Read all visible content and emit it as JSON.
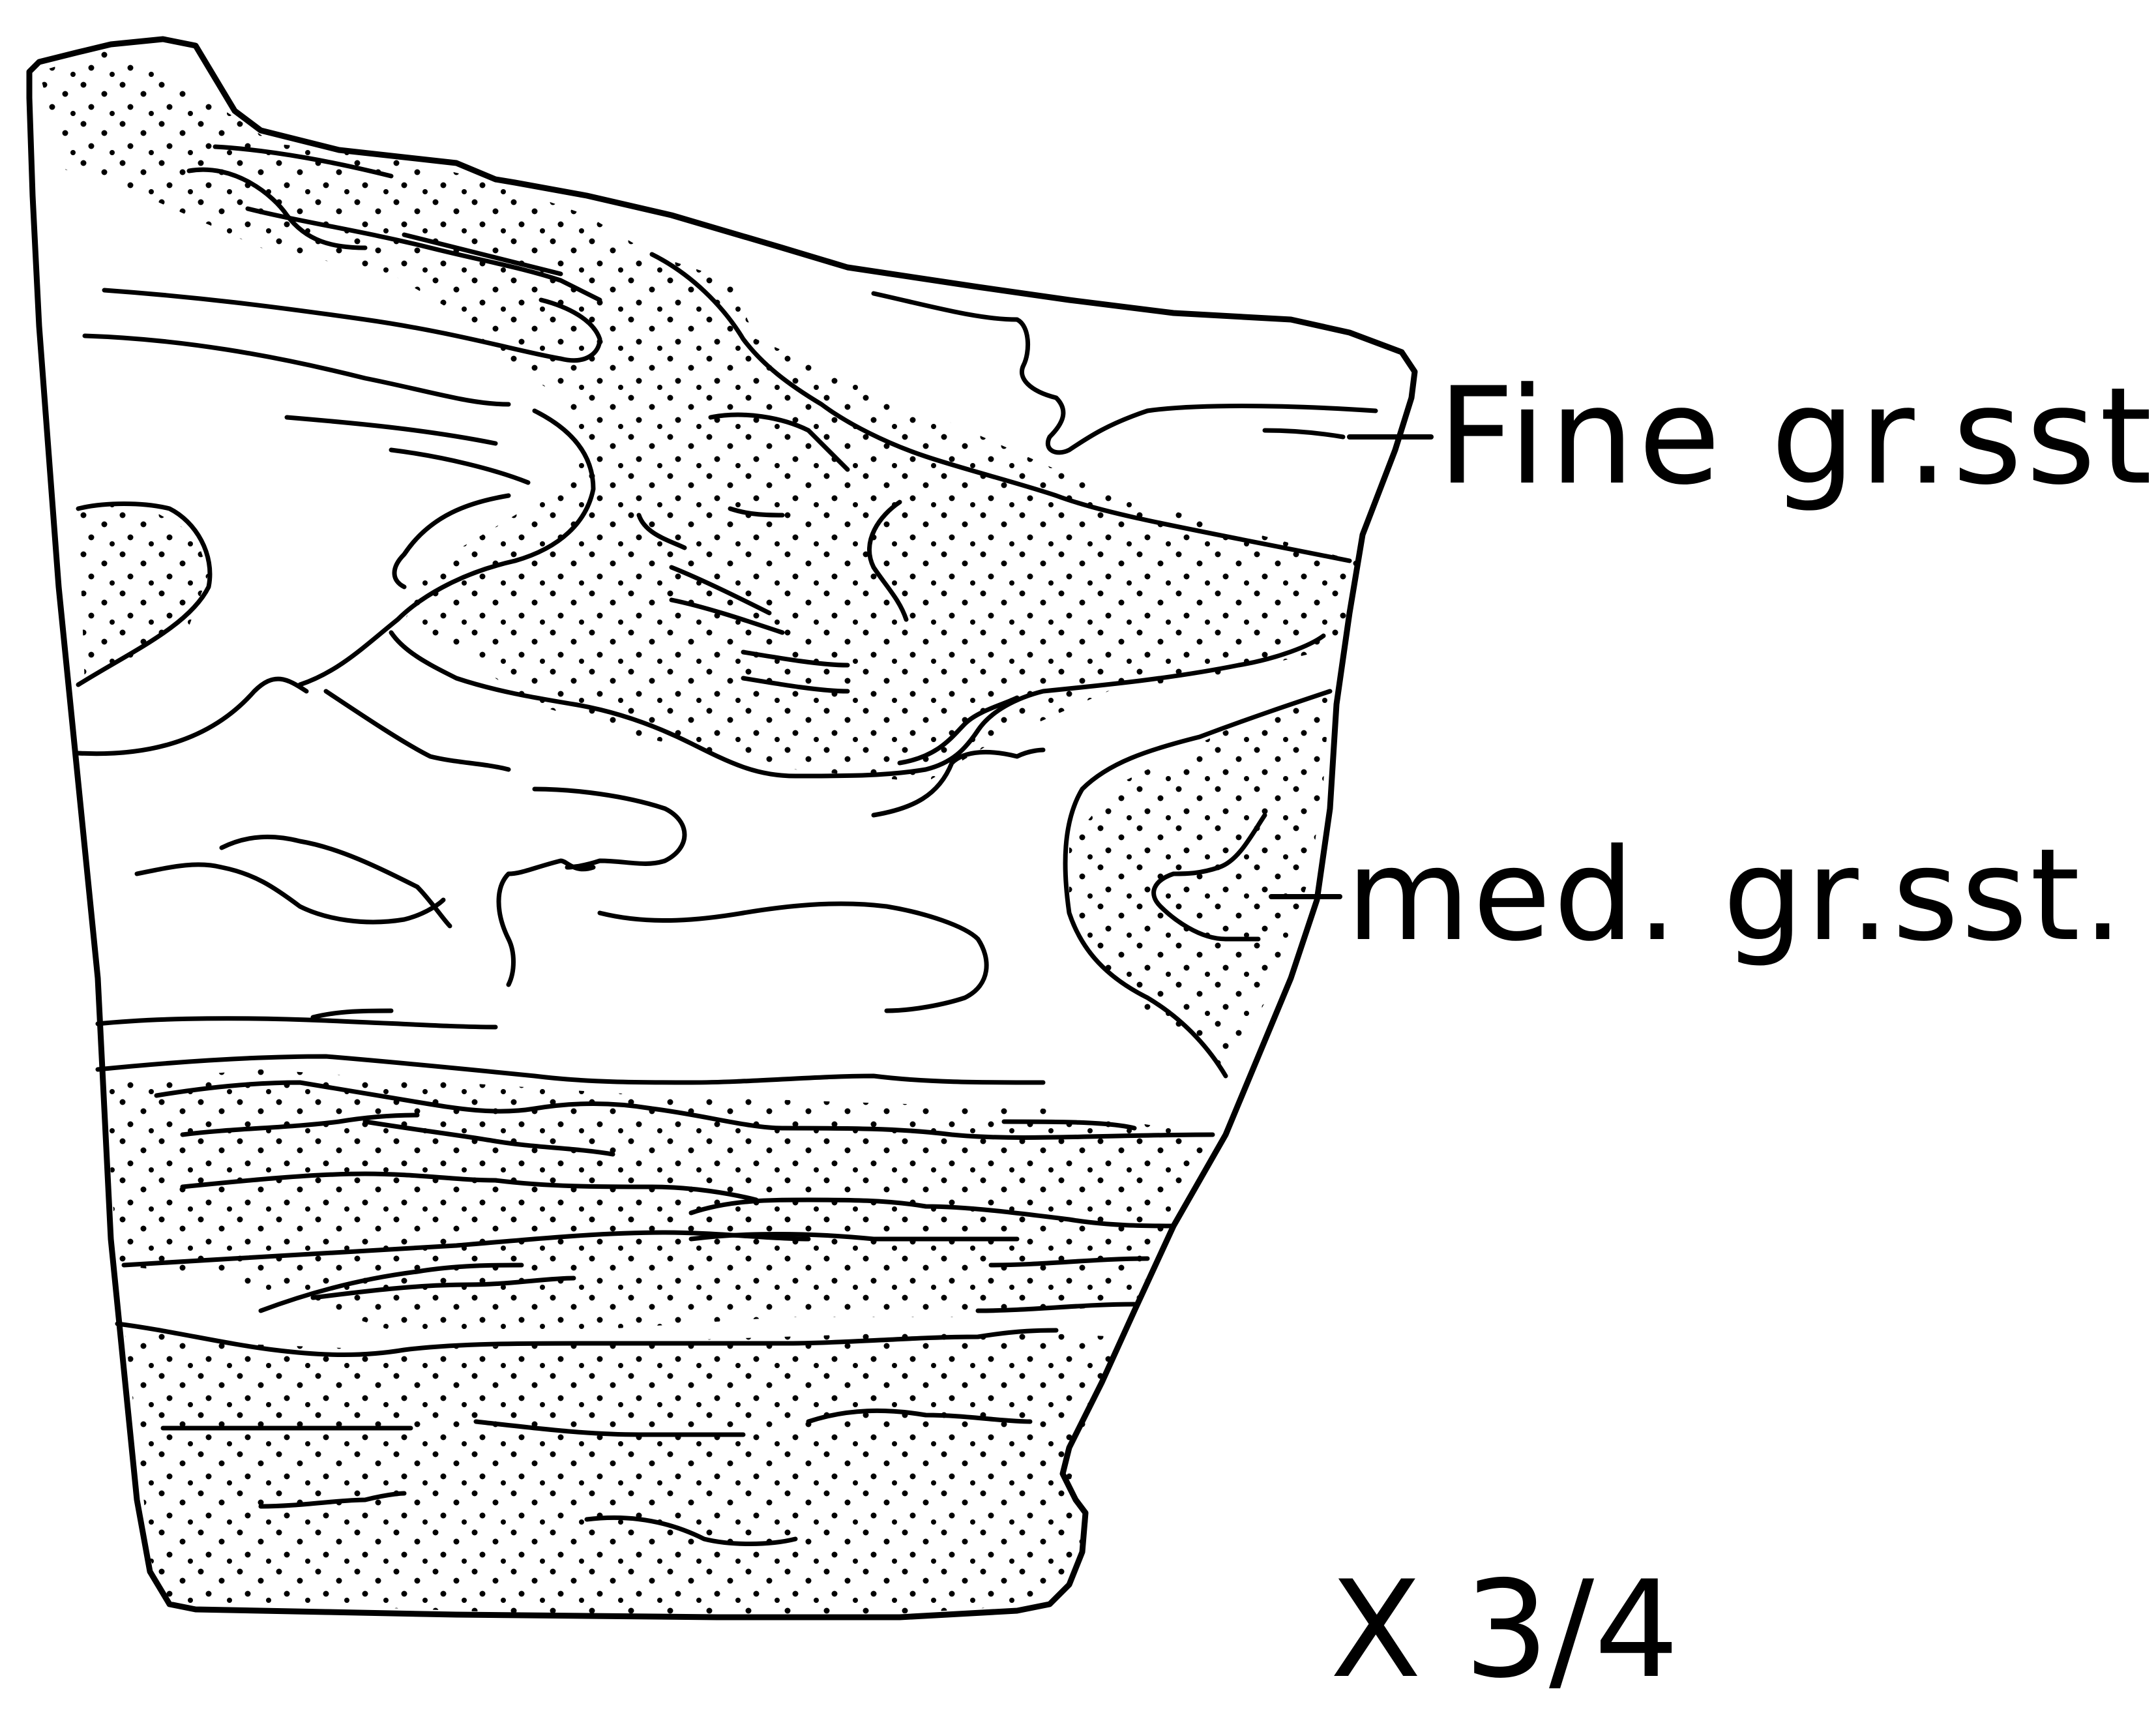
{
  "labels": {
    "fine": "Fine gr.sst.",
    "medium": "med. gr.sst.",
    "scale": "X 3/4"
  },
  "colors": {
    "ink": "#000000",
    "paper": "#ffffff"
  }
}
